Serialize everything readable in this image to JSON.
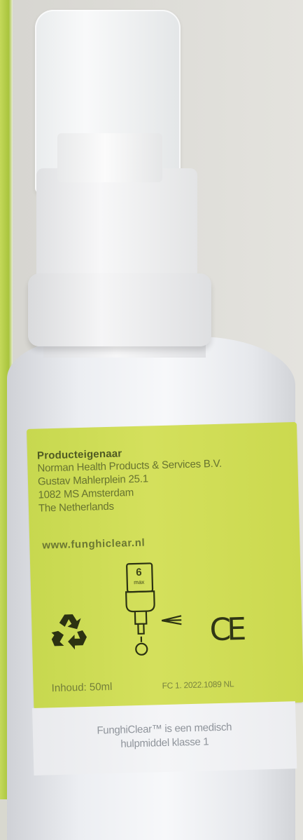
{
  "label": {
    "owner_heading": "Producteigenaar",
    "owner_company": "Norman Health Products & Services B.V.",
    "owner_street": "Gustav Mahlerplein 25.1",
    "owner_city": "1082 MS Amsterdam",
    "owner_country": "The Netherlands",
    "website": "www.funghiclear.nl",
    "dropper_count": "6",
    "dropper_unit": "max",
    "ce_mark": "CE",
    "content": "Inhoud: 50ml",
    "code": "FC 1. 2022.1089 NL"
  },
  "notice": {
    "line1": "FunghiClear™ is een medisch",
    "line2": "hulpmiddel klasse 1"
  },
  "icons": [
    "recycle-icon",
    "dropper-icon"
  ],
  "colors": {
    "label_green": "#cbd94f",
    "text_olive": "#5e6a2a",
    "bottle_white": "#f2f3f6"
  }
}
